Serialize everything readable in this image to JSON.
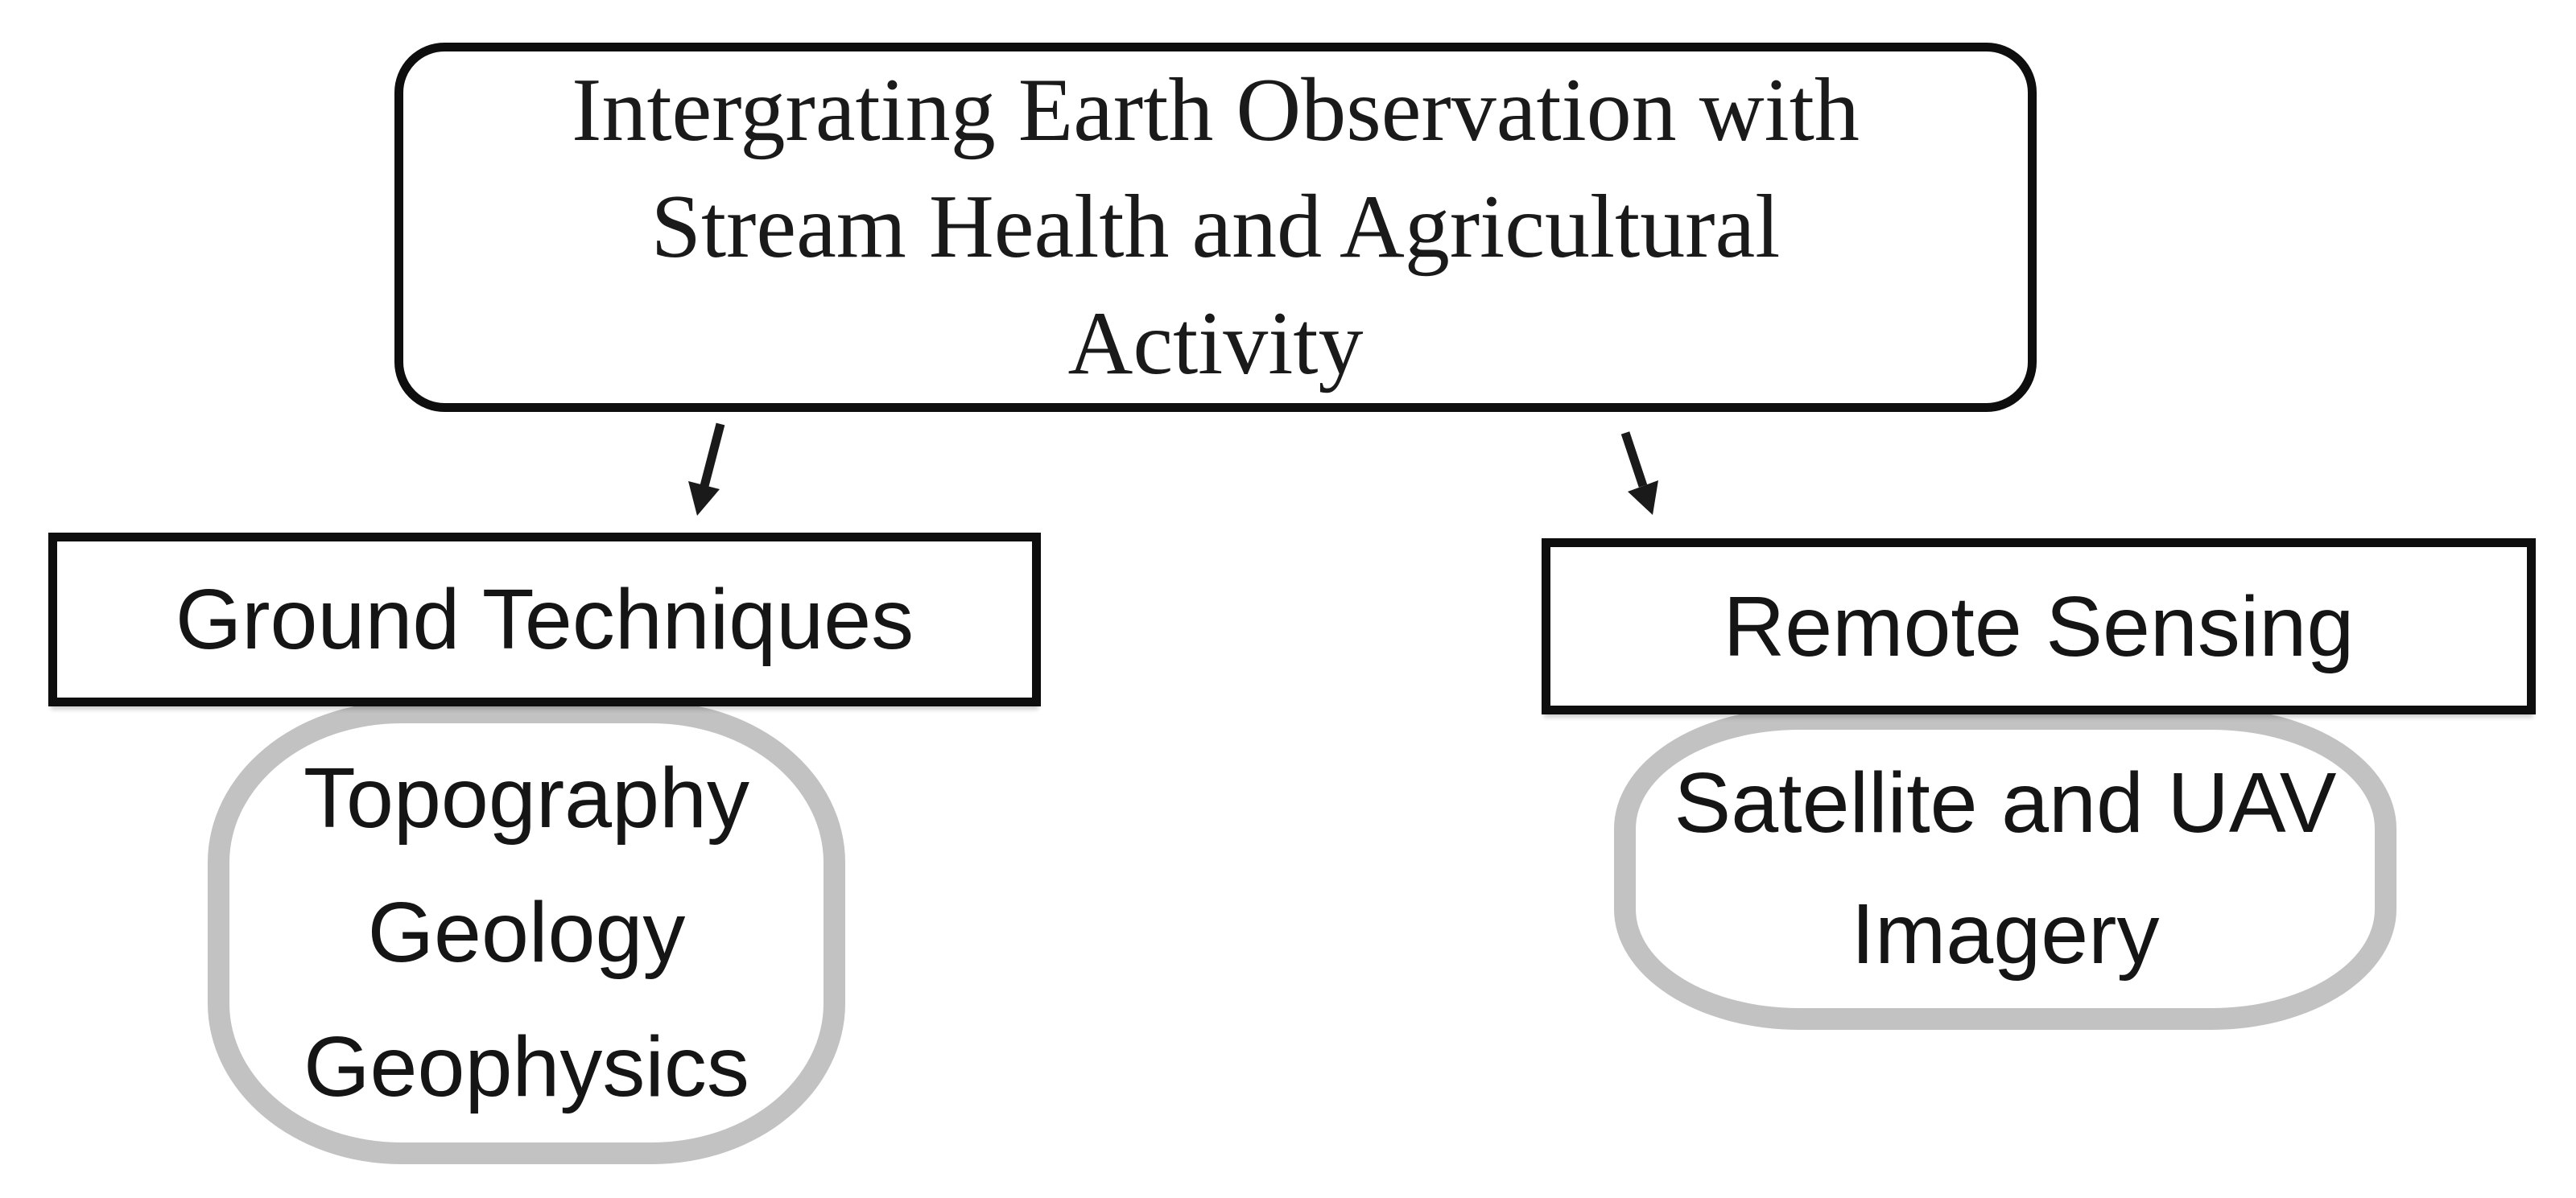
{
  "diagram": {
    "root": {
      "lines": [
        "Intergrating Earth Observation with",
        "Stream Health and Agricultural",
        "Activity"
      ]
    },
    "branches": [
      {
        "box_label": "Ground Techniques",
        "detail_lines": [
          "Topography",
          "Geology",
          "Geophysics"
        ]
      },
      {
        "box_label": "Remote Sensing",
        "detail_lines": [
          "Satellite and UAV",
          "Imagery"
        ]
      }
    ],
    "colors": {
      "background": "#ffffff",
      "box_border": "#0e0e0e",
      "text": "#151515",
      "oval_border": "#c2c2c2"
    }
  }
}
